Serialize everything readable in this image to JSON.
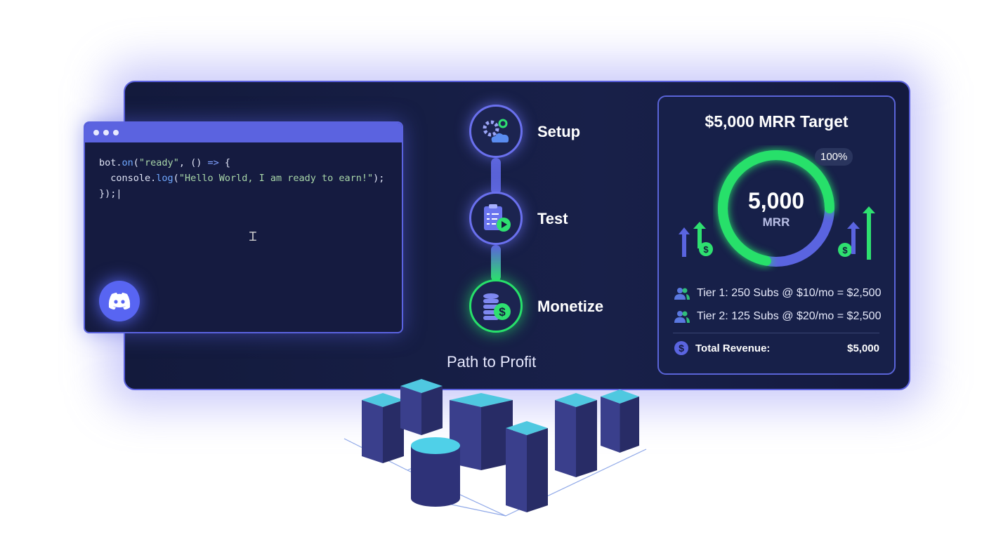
{
  "code_window": {
    "lines": [
      {
        "a": "bot.",
        "b": "on",
        "c": "(",
        "d": "\"ready\"",
        "e": ", () ",
        "f": "=>",
        "g": " {"
      },
      {
        "a": "  console.",
        "b": "log",
        "c": "(",
        "d": "\"Hello World, I am ready to earn!\"",
        "e": ");",
        "f": "",
        "g": ""
      },
      {
        "a": "});",
        "b": "",
        "c": "",
        "d": "",
        "e": "",
        "f": "",
        "g": ""
      }
    ]
  },
  "steps": [
    {
      "label": "Setup",
      "icon": "gear-cloud-icon"
    },
    {
      "label": "Test",
      "icon": "clipboard-play-icon"
    },
    {
      "label": "Monetize",
      "icon": "coins-dollar-icon"
    }
  ],
  "path_title": "Path to Profit",
  "revenue": {
    "title": "$5,000 MRR Target",
    "value": "5,000",
    "unit": "MRR",
    "percent_label": "100%",
    "progress": 1.0,
    "tiers": [
      "Tier 1: 250 Subs @ $10/mo = $2,500",
      "Tier 2: 125 Subs @ $20/mo = $2,500"
    ],
    "total_label": "Total Revenue:",
    "total_value": "$5,000"
  },
  "colors": {
    "accent": "#5b63e0",
    "green": "#27e06a",
    "panel": "#141a3d"
  }
}
